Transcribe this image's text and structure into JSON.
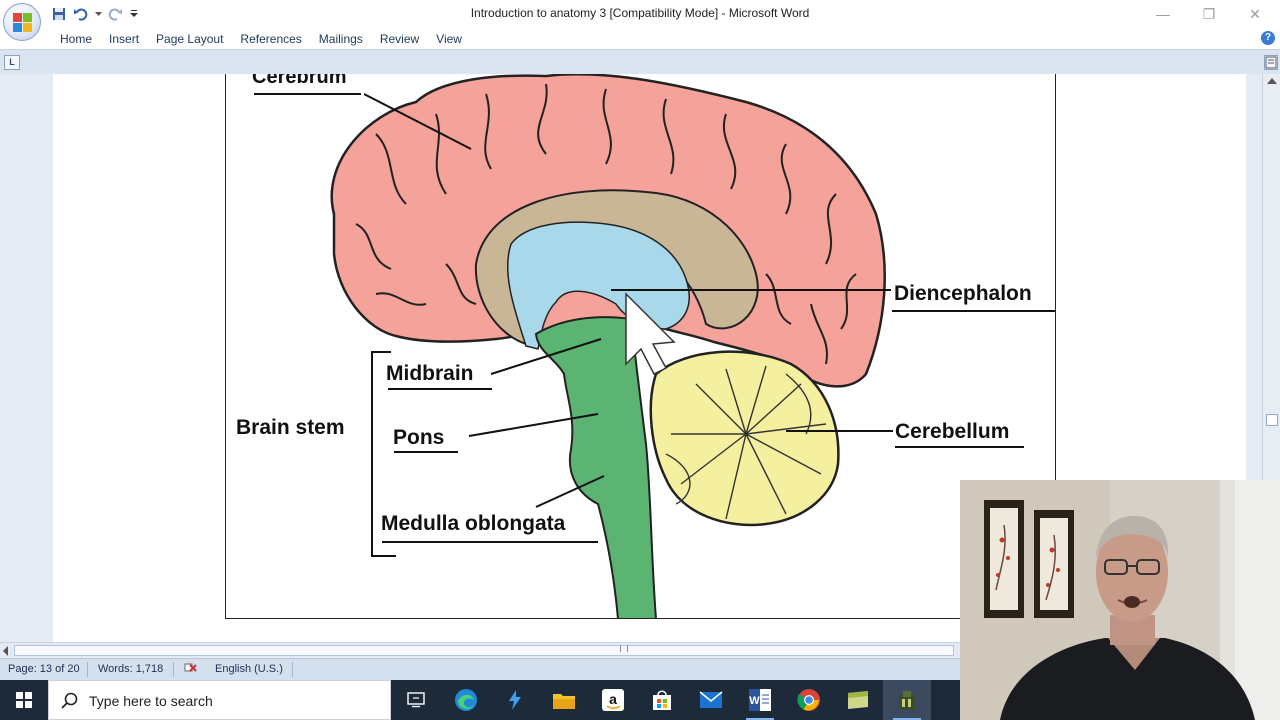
{
  "window": {
    "title": "Introduction to anatomy 3 [Compatibility Mode] - Microsoft Word",
    "minimize_glyph": "—",
    "restore_glyph": "❐",
    "close_glyph": "✕"
  },
  "quick_access": [
    {
      "name": "save-icon"
    },
    {
      "name": "undo-icon"
    },
    {
      "name": "redo-icon"
    },
    {
      "name": "customize-qat-icon"
    }
  ],
  "ribbon": {
    "tabs": [
      {
        "label": "Home"
      },
      {
        "label": "Insert"
      },
      {
        "label": "Page Layout"
      },
      {
        "label": "References"
      },
      {
        "label": "Mailings"
      },
      {
        "label": "Review"
      },
      {
        "label": "View"
      }
    ],
    "help_glyph": "?"
  },
  "ruler": {
    "tab_selector_glyph": "L"
  },
  "figure": {
    "labels": {
      "cerebrum": "Cerebrum",
      "diencephalon": "Diencephalon",
      "midbrain": "Midbrain",
      "brain_stem": "Brain stem",
      "pons": "Pons",
      "cerebellum": "Cerebellum",
      "medulla": "Medulla oblongata"
    },
    "colors": {
      "cerebrum": "#f4a29a",
      "corpus_callosum": "#c9b697",
      "ventricle": "#a9d8ea",
      "brainstem": "#5bb472",
      "cerebellum": "#f5efa0"
    }
  },
  "status_bar": {
    "page": "Page: 13 of 20",
    "words": "Words: 1,718",
    "language": "English (U.S.)"
  },
  "taskbar": {
    "search_placeholder": "Type here to search",
    "apps": [
      {
        "name": "task-view-icon"
      },
      {
        "name": "edge-icon"
      },
      {
        "name": "app-bolt-icon"
      },
      {
        "name": "file-explorer-icon"
      },
      {
        "name": "amazon-icon"
      },
      {
        "name": "store-icon"
      },
      {
        "name": "mail-icon"
      },
      {
        "name": "word-icon"
      },
      {
        "name": "chrome-icon"
      },
      {
        "name": "app-green-icon"
      },
      {
        "name": "app-dark-icon"
      }
    ]
  }
}
